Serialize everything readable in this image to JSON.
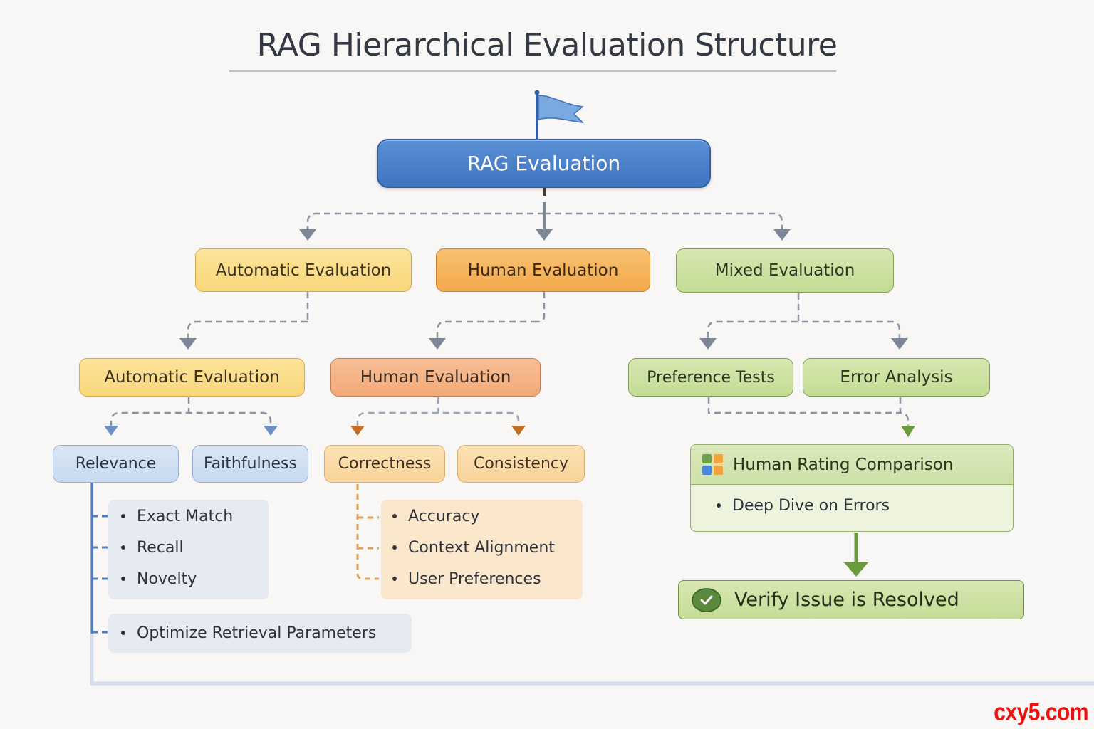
{
  "title": "RAG Hierarchical Evaluation Structure",
  "colors": {
    "root": "#4a80c8",
    "automatic": "#fbdc87",
    "human": "#f5b25a",
    "human_sub": "#f4b286",
    "mixed": "#cde2a2",
    "metric_blue": "#d1e0f2",
    "metric_tan": "#fbd9a6",
    "connector": "#8a93a6",
    "watermark": "#ee1111"
  },
  "root": {
    "label": "RAG Evaluation",
    "icon": "flag-icon"
  },
  "level1": [
    {
      "id": "automatic",
      "label": "Automatic Evaluation"
    },
    {
      "id": "human",
      "label": "Human Evaluation"
    },
    {
      "id": "mixed",
      "label": "Mixed Evaluation"
    }
  ],
  "level2": [
    {
      "id": "automatic",
      "label": "Automatic Evaluation"
    },
    {
      "id": "human",
      "label": "Human Evaluation"
    },
    {
      "id": "preference",
      "label": "Preference Tests"
    },
    {
      "id": "error",
      "label": "Error Analysis"
    }
  ],
  "level3": [
    {
      "id": "relevance",
      "label": "Relevance"
    },
    {
      "id": "faithfulness",
      "label": "Faithfulness"
    },
    {
      "id": "correctness",
      "label": "Correctness"
    },
    {
      "id": "consistency",
      "label": "Consistency"
    }
  ],
  "relevance_metrics": [
    "Exact Match",
    "Recall",
    "Novelty"
  ],
  "relevance_action": "Optimize Retrieval Parameters",
  "correctness_metrics": [
    "Accuracy",
    "Context Alignment",
    "User Preferences"
  ],
  "comparison_card": {
    "title": "Human Rating Comparison",
    "icon": "grid-icon",
    "items": [
      "Deep Dive on Errors"
    ]
  },
  "verify": {
    "label": "Verify Issue is Resolved",
    "icon": "check-circle-icon"
  },
  "watermark": "cxy5.com"
}
